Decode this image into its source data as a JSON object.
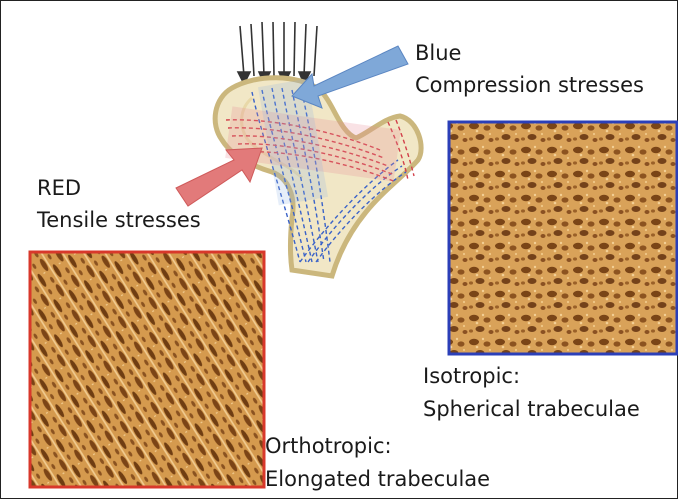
{
  "labels": {
    "blue_title": "Blue",
    "blue_desc": "Compression stresses",
    "red_title": "RED",
    "red_desc": "Tensile stresses",
    "iso_title": "Isotropic:",
    "iso_desc": "Spherical trabeculae",
    "ortho_title": "Orthotropic:",
    "ortho_desc": "Elongated trabeculae"
  },
  "colors": {
    "compression_blue": "#3a62c8",
    "tension_red": "#d2404a",
    "arrow_blue": "#7fa8d8",
    "arrow_red": "#e27a7a",
    "bone_fill": "#f1e7c6",
    "bone_edge": "#cbb77d",
    "trabecula_bg": "#d59a4e",
    "trabecula_pore": "#7a4517",
    "iso_border": "#2b3fb8",
    "ortho_border": "#d8382b"
  }
}
